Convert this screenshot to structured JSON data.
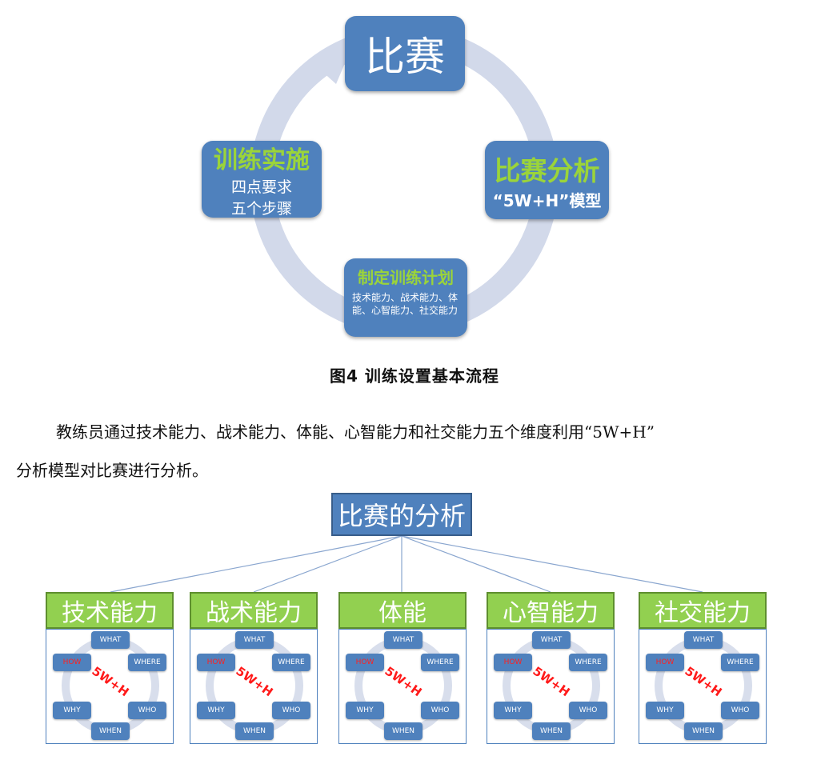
{
  "cycle": {
    "top": {
      "title": "比赛"
    },
    "right": {
      "title": "比赛分析",
      "subtitle": "“5W+H”模型"
    },
    "bottom": {
      "title": "制定训练计划",
      "subtitle": "技术能力、战术能力、体能、心智能力、社交能力"
    },
    "left": {
      "title": "训练实施",
      "line1": "四点要求",
      "line2": "五个步骤"
    }
  },
  "caption": "图4  训练设置基本流程",
  "paragraph": {
    "line1": "教练员通过技术能力、战术能力、体能、心智能力和社交能力五个维度利用“5W+H”",
    "line2": "分析模型对比赛进行分析。"
  },
  "tree": {
    "root": "比赛的分析",
    "categories": [
      "技术能力",
      "战术能力",
      "体能",
      "心智能力",
      "社交能力"
    ],
    "model": {
      "center": "5W+H",
      "labels": {
        "what": "WHAT",
        "where": "WHERE",
        "who": "WHO",
        "when": "WHEN",
        "why": "WHY",
        "how": "HOW"
      }
    }
  },
  "colors": {
    "node_blue": "#4f81bd",
    "green": "#92d050",
    "accent_green": "#9bd43a",
    "ring": "#d0d8ea",
    "red": "#ff1a1a"
  }
}
